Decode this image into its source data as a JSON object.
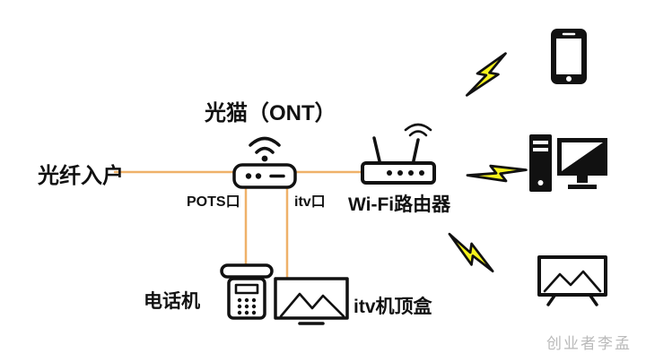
{
  "labels": {
    "fiber": "光纤入户",
    "ont": "光猫（ONT）",
    "pots_port": "POTS口",
    "itv_port": "itv口",
    "router": "Wi-Fi路由器",
    "phone": "电话机",
    "stb": "itv机顶盒"
  },
  "watermark": "创业者李孟",
  "icons": {
    "ont-modem-icon": "modem box with wifi signal above",
    "wifi-router-icon": "router with two antennas and wifi waves",
    "telephone-icon": "desk telephone with keypad",
    "itv-stb-icon": "screen with mountains (set-top box)",
    "lightning-bolt-icon": "yellow lightning bolt",
    "smartphone-icon": "smartphone with screen",
    "desktop-computer-icon": "tower pc with monitor",
    "tv-icon": "television with mountains and legs"
  },
  "colors": {
    "ink": "#111111",
    "line": "#efb169",
    "bolt": "#f6f31c",
    "watermark": "rgba(130,130,130,0.55)"
  }
}
